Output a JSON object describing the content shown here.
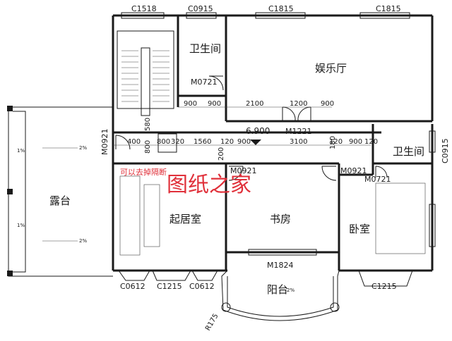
{
  "rooms": {
    "bathroom_top": "卫生间",
    "entertainment": "娱乐厅",
    "bathroom_right": "卫生间",
    "terrace": "露台",
    "living": "起居室",
    "study": "书房",
    "bedroom": "卧室",
    "balcony": "阳台"
  },
  "window_codes": {
    "c1518": "C1518",
    "c0915_top": "C0915",
    "c1815_a": "C1815",
    "c1815_b": "C1815",
    "c0915_right": "C0915",
    "c0612_a": "C0612",
    "c1215_a": "C1215",
    "c0612_b": "C0612",
    "c1215_b": "C1215"
  },
  "door_codes": {
    "m0721_top": "M0721",
    "m1221": "M1221",
    "m0921_left": "M0921",
    "m0921_study": "M0921",
    "m0921_right": "M0921",
    "m0721_right": "M0721",
    "m1824": "M1824"
  },
  "dimensions": {
    "d900_a": "900",
    "d900_b": "900",
    "d2100": "2100",
    "d1200": "1200",
    "d900_c": "900",
    "d580": "580",
    "d400": "400",
    "d800_a": "800",
    "d800_b": "800",
    "d320": "320",
    "d1560": "1560",
    "d120_a": "120",
    "d900_d": "900",
    "d3100": "3100",
    "d120_b": "120",
    "d180": "180",
    "d900_e": "900",
    "d120_c": "120",
    "d200": "200",
    "r175": "R175"
  },
  "elevation": "6.900",
  "slope": {
    "s2_a": "2%",
    "s1_a": "1%",
    "s1_b": "1%",
    "s2_b": "2%",
    "s2_c": "2%"
  },
  "annotation": "可以去掉隔断",
  "watermark": "图纸之家",
  "colors": {
    "line": "#1a1a1a",
    "note": "#e0303a",
    "background": "#ffffff"
  }
}
